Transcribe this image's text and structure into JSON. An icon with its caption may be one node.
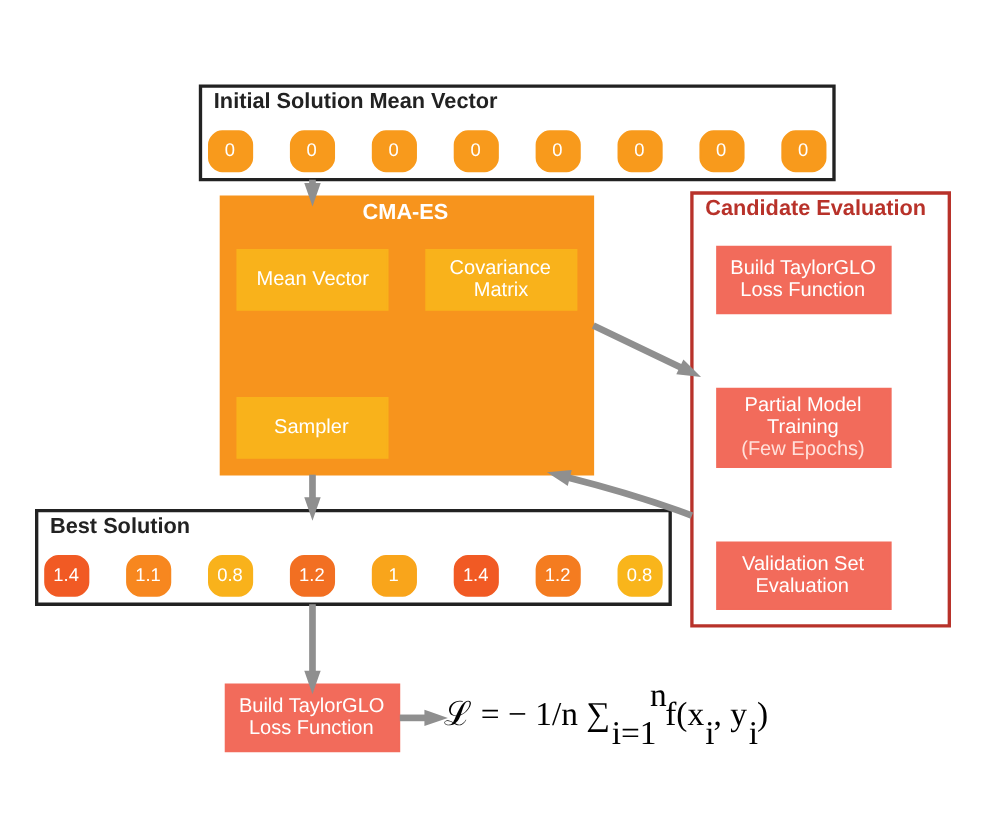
{
  "diagram": {
    "nodes": [
      {
        "text": [
          "Initial Solution Mean Vector"
        ]
      },
      {
        "text": [
          "0"
        ],
        "in": 0
      },
      {
        "text": [
          "0"
        ],
        "in": 0
      },
      {
        "text": [
          "0"
        ],
        "in": 0
      },
      {
        "text": [
          "0"
        ],
        "in": 0
      },
      {
        "text": [
          "0"
        ],
        "in": 0
      },
      {
        "text": [
          "0"
        ],
        "in": 0
      },
      {
        "text": [
          "0"
        ],
        "in": 0
      },
      {
        "text": [
          "0"
        ],
        "in": 0
      },
      {
        "text": [
          "CMA-ES"
        ]
      },
      {
        "text": [
          "Mean Vector"
        ],
        "in": 9
      },
      {
        "text": [
          "Covariance Matrix"
        ],
        "in": 9
      },
      {
        "text": [
          "Sampler"
        ],
        "in": 9
      },
      {
        "text": [
          "Candidate Evaluation"
        ]
      },
      {
        "text": [
          "Build TaylorGLO Loss Function"
        ],
        "in": 13
      },
      {
        "text": [
          "Partial Model Training",
          "(Few Epochs)"
        ],
        "in": 13
      },
      {
        "text": [
          "Validation Set Evaluation"
        ],
        "in": 13
      },
      {
        "text": [
          "Best Solution"
        ]
      },
      {
        "text": [
          "1.4"
        ],
        "in": 17
      },
      {
        "text": [
          "1.1"
        ],
        "in": 17
      },
      {
        "text": [
          "0.8"
        ],
        "in": 17
      },
      {
        "text": [
          "1.2"
        ],
        "in": 17
      },
      {
        "text": [
          "1"
        ],
        "in": 17
      },
      {
        "text": [
          "1.4"
        ],
        "in": 17
      },
      {
        "text": [
          "1.2"
        ],
        "in": 17
      },
      {
        "text": [
          "0.8"
        ],
        "in": 17
      },
      {
        "text": [
          "Build TaylorGLO Loss Function"
        ]
      },
      {
        "text": [
          "ℒ = − 1/n ∑$_{i=1}$$^{n}$f(x$_{i}$, y$_{i}$)"
        ]
      }
    ],
    "edges": [
      {
        "from": 0,
        "to": 9,
        "arrow": "to"
      },
      {
        "from": 9,
        "to": 13,
        "arrow": "to"
      },
      {
        "from": 13,
        "to": 9,
        "arrow": "to"
      },
      {
        "from": 9,
        "to": 17,
        "arrow": "to"
      },
      {
        "from": 17,
        "to": 26,
        "arrow": "to"
      },
      {
        "from": 26,
        "to": 27,
        "arrow": "to"
      }
    ]
  }
}
